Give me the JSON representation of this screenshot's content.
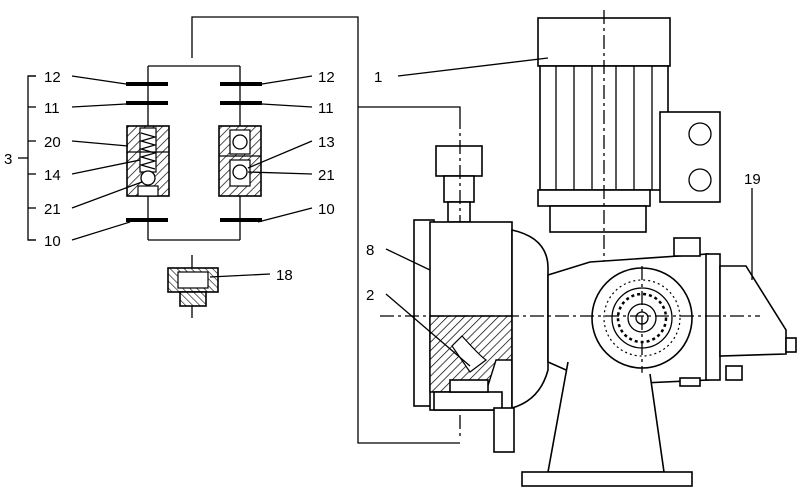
{
  "labels": {
    "l1": "1",
    "l2": "2",
    "l3": "3",
    "l8": "8",
    "l10a": "10",
    "l10b": "10",
    "l11a": "11",
    "l11b": "11",
    "l12a": "12",
    "l12b": "12",
    "l13": "13",
    "l14": "14",
    "l18": "18",
    "l19": "19",
    "l20": "20",
    "l21a": "21",
    "l21b": "21"
  }
}
